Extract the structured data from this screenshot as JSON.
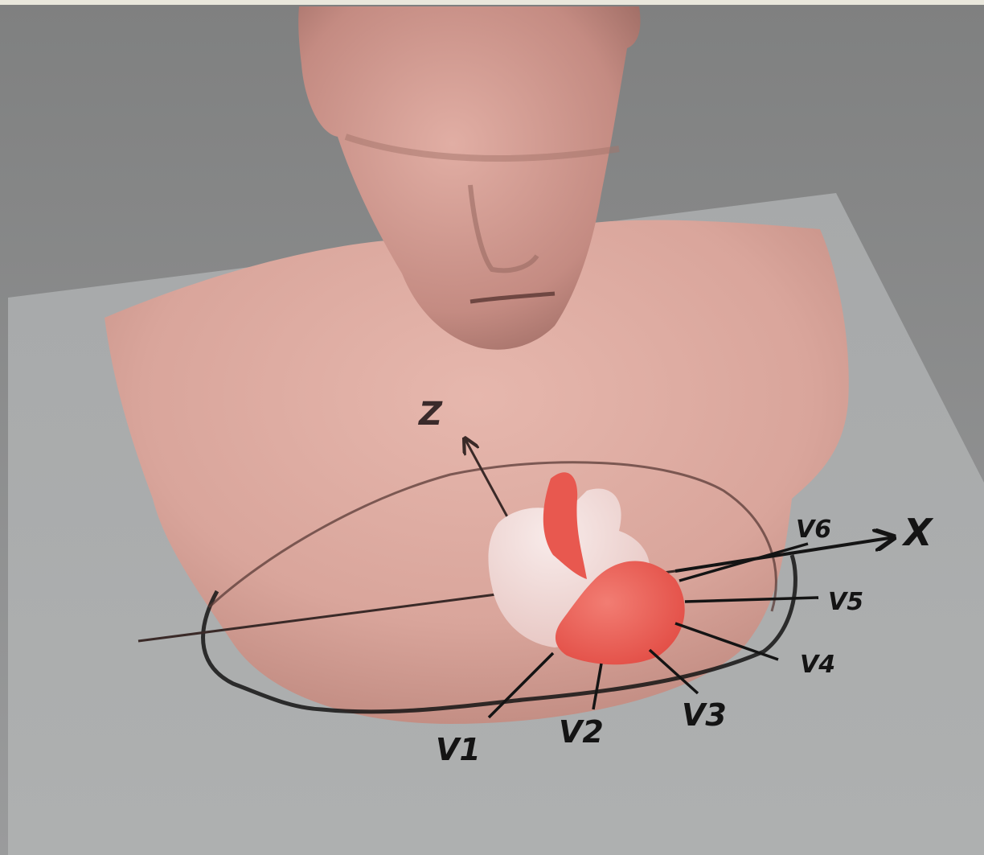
{
  "figure": {
    "axes": {
      "x_label": "X",
      "z_label": "Z"
    },
    "leads": [
      "V1",
      "V2",
      "V3",
      "V4",
      "V5",
      "V6"
    ]
  },
  "colors": {
    "background": "#8a8a8a",
    "floor": "#a3a5a7",
    "skin": "#d7a39b",
    "heart_light": "#f1d8d5",
    "heart_red": "#e8584f",
    "line": "#3a2a28"
  }
}
